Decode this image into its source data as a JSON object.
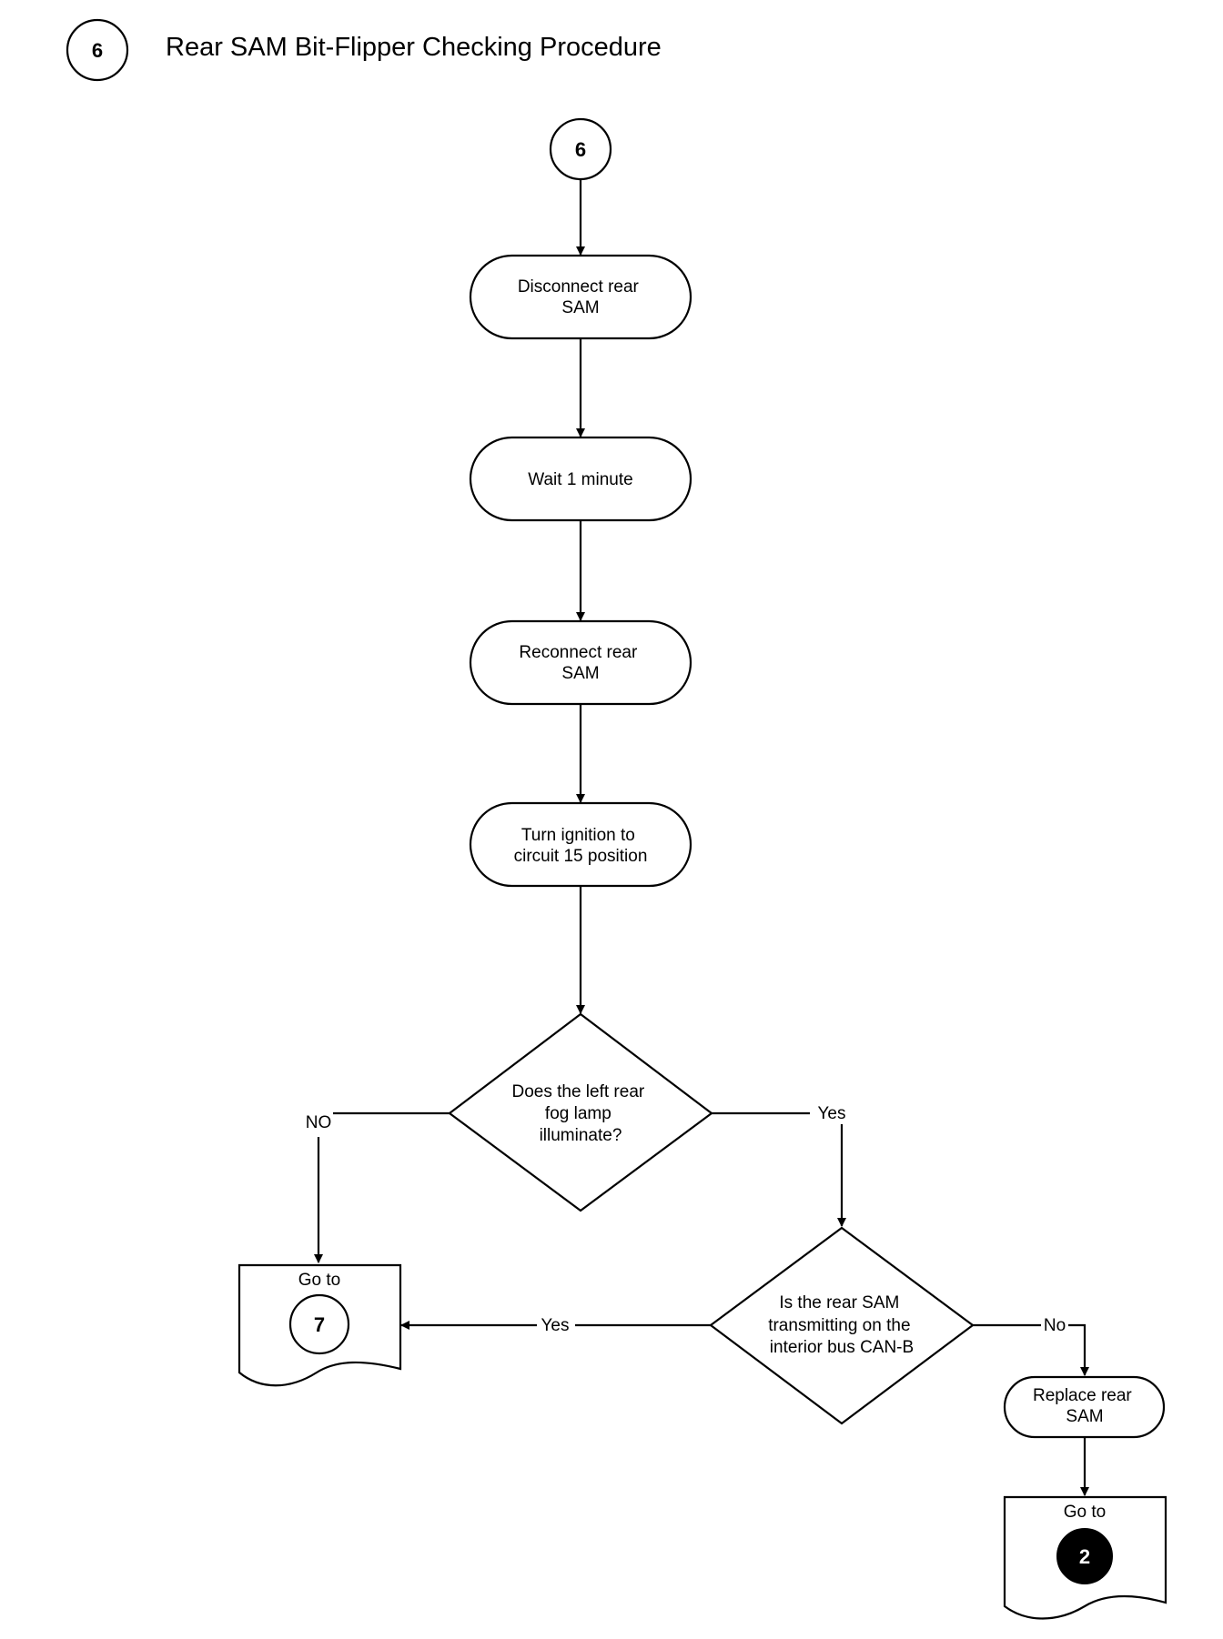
{
  "header": {
    "badge": "6",
    "title": "Rear SAM Bit-Flipper Checking Procedure"
  },
  "start": {
    "label": "6"
  },
  "steps": [
    {
      "lines": [
        "Disconnect rear",
        "SAM"
      ]
    },
    {
      "lines": [
        "Wait 1 minute"
      ]
    },
    {
      "lines": [
        "Reconnect rear",
        "SAM"
      ]
    },
    {
      "lines": [
        "Turn ignition to",
        "circuit 15 position"
      ]
    }
  ],
  "decision1": {
    "lines": [
      "Does the left rear",
      "fog lamp",
      "illuminate?"
    ],
    "no_label": "NO",
    "yes_label": "Yes"
  },
  "decision2": {
    "lines": [
      "Is the rear SAM",
      "transmitting on the",
      "interior bus CAN-B"
    ],
    "yes_label": "Yes",
    "no_label": "No"
  },
  "replace": {
    "lines": [
      "Replace rear",
      "SAM"
    ]
  },
  "goto7": {
    "label": "Go to",
    "target": "7"
  },
  "goto2": {
    "label": "Go to",
    "target": "2"
  }
}
